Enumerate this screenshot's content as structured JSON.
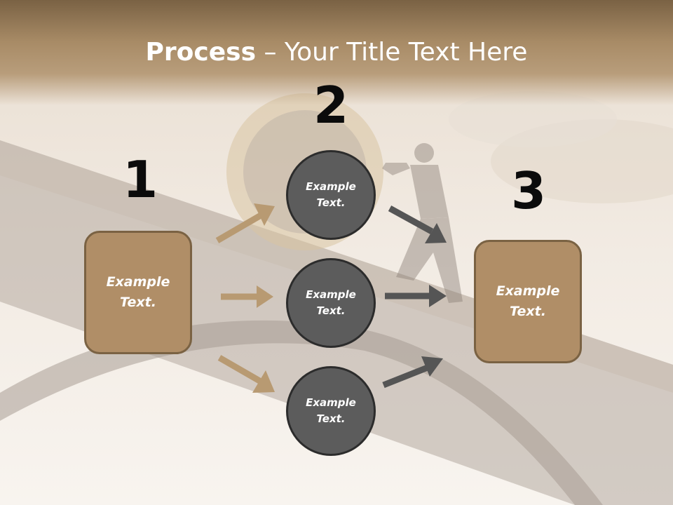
{
  "title": {
    "bold": "Process",
    "rest": " – Your Title Text Here"
  },
  "steps": [
    {
      "number": "1",
      "text": "Example Text."
    },
    {
      "number": "2",
      "items": [
        "Example Text.",
        "Example Text.",
        "Example Text."
      ]
    },
    {
      "number": "3",
      "text": "Example Text."
    }
  ],
  "colors": {
    "box_fill": "#b08e67",
    "box_border": "#7a6243",
    "circle_fill": "#5c5c5c",
    "arrow_tan": "#b89a72",
    "arrow_gray": "#555555",
    "title_bar": "#a88b66"
  }
}
